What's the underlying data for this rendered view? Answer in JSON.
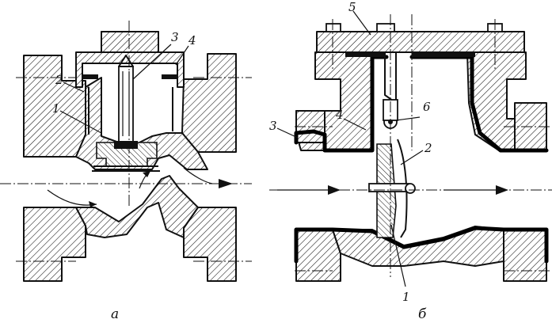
{
  "figure_a": {
    "caption": "а",
    "labels": {
      "l1": "1",
      "l2": "2",
      "l3": "3",
      "l4": "4"
    }
  },
  "figure_b": {
    "caption": "б",
    "labels": {
      "l1": "1",
      "l2": "2",
      "l3": "3",
      "l4": "4",
      "l5": "5",
      "l6": "6"
    }
  }
}
